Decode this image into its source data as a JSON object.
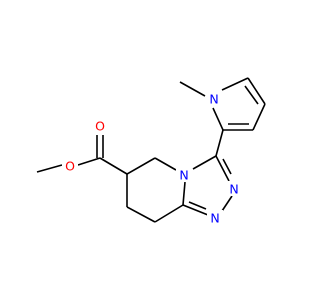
{
  "molecule": {
    "atom_labels": {
      "O_ester": "O",
      "O_carbonyl": "O",
      "N_pyrrole": "N",
      "N_ring": "N",
      "N_triazole_a": "N",
      "N_triazole_b": "N"
    },
    "colors": {
      "bond": "#000000",
      "oxygen": "#ff0000",
      "nitrogen": "#0000ff"
    }
  }
}
